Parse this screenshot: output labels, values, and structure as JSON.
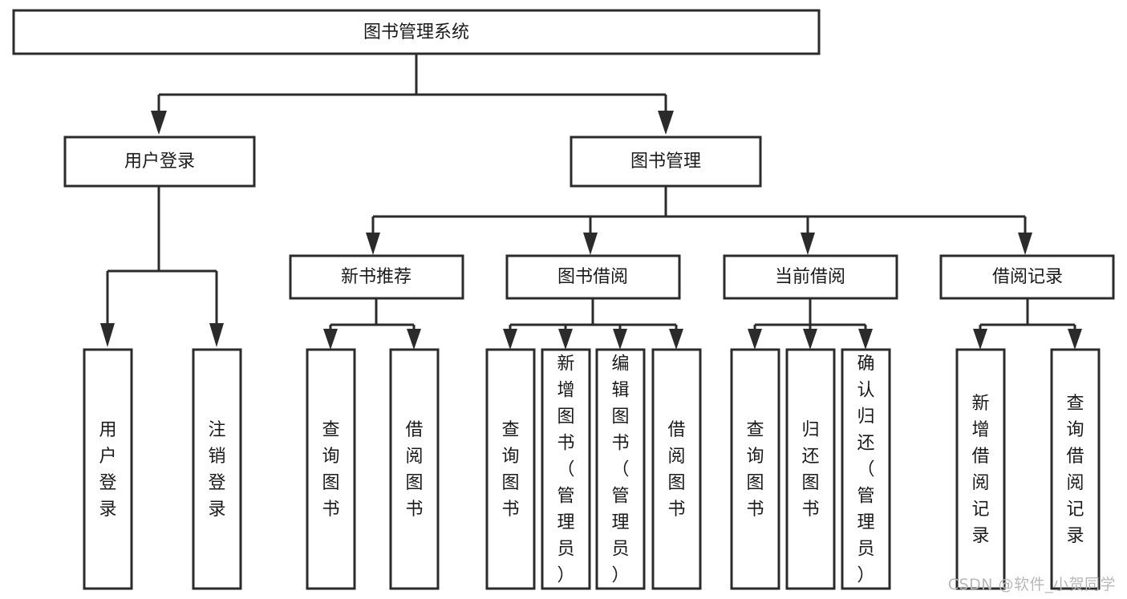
{
  "diagram": {
    "title": "图书管理系统",
    "type": "tree-hierarchy-diagram",
    "watermark": "CSDN @软件_小贺同学",
    "colors": {
      "background": "#ffffff",
      "box_fill": "#ffffff",
      "box_stroke": "#2b2b2b",
      "text": "#1a1a1a",
      "watermark": "#b8b8b8"
    },
    "root": {
      "label": "图书管理系统"
    },
    "level2": [
      {
        "label": "用户登录"
      },
      {
        "label": "图书管理"
      }
    ],
    "level3": [
      {
        "label": "新书推荐"
      },
      {
        "label": "图书借阅"
      },
      {
        "label": "当前借阅"
      },
      {
        "label": "借阅记录"
      }
    ],
    "leaves": {
      "user_login": [
        {
          "label": "用户登录"
        },
        {
          "label": "注销登录"
        }
      ],
      "new_book_recommend": [
        {
          "label": "查询图书"
        },
        {
          "label": "借阅图书"
        }
      ],
      "book_borrow": [
        {
          "label": "查询图书"
        },
        {
          "label": "新增图书（管理员）"
        },
        {
          "label": "编辑图书（管理员）"
        },
        {
          "label": "借阅图书"
        }
      ],
      "current_borrow": [
        {
          "label": "查询图书"
        },
        {
          "label": "归还图书"
        },
        {
          "label": "确认归还（管理员）"
        }
      ],
      "borrow_record": [
        {
          "label": "新增借阅记录"
        },
        {
          "label": "查询借阅记录"
        }
      ]
    }
  }
}
